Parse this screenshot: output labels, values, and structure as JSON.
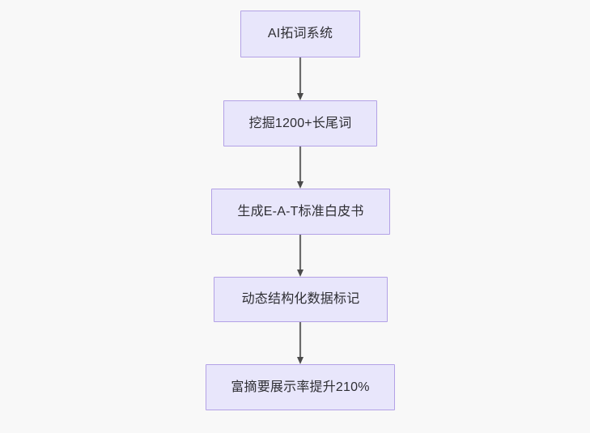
{
  "diagram": {
    "type": "flowchart",
    "orientation": "top-to-bottom",
    "background_color": "#f8f8f8",
    "node_fill_color": "#e8e6fb",
    "node_border_color": "#b3a1e6",
    "node_text_color": "#2e2e33",
    "edge_color": "#6b6b6b",
    "nodes": [
      {
        "id": "node-0",
        "label": "AI拓词系统"
      },
      {
        "id": "node-1",
        "label": "挖掘1200+长尾词"
      },
      {
        "id": "node-2",
        "label": "生成E-A-T标准白皮书"
      },
      {
        "id": "node-3",
        "label": "动态结构化数据标记"
      },
      {
        "id": "node-4",
        "label": "富摘要展示率提升210%"
      }
    ],
    "edges": [
      {
        "id": "edge-0",
        "from": "node-0",
        "to": "node-1",
        "arrow": "arrowhead-down"
      },
      {
        "id": "edge-1",
        "from": "node-1",
        "to": "node-2",
        "arrow": "arrowhead-down"
      },
      {
        "id": "edge-2",
        "from": "node-2",
        "to": "node-3",
        "arrow": "arrowhead-down"
      },
      {
        "id": "edge-3",
        "from": "node-3",
        "to": "node-4",
        "arrow": "arrowhead-down"
      }
    ]
  }
}
